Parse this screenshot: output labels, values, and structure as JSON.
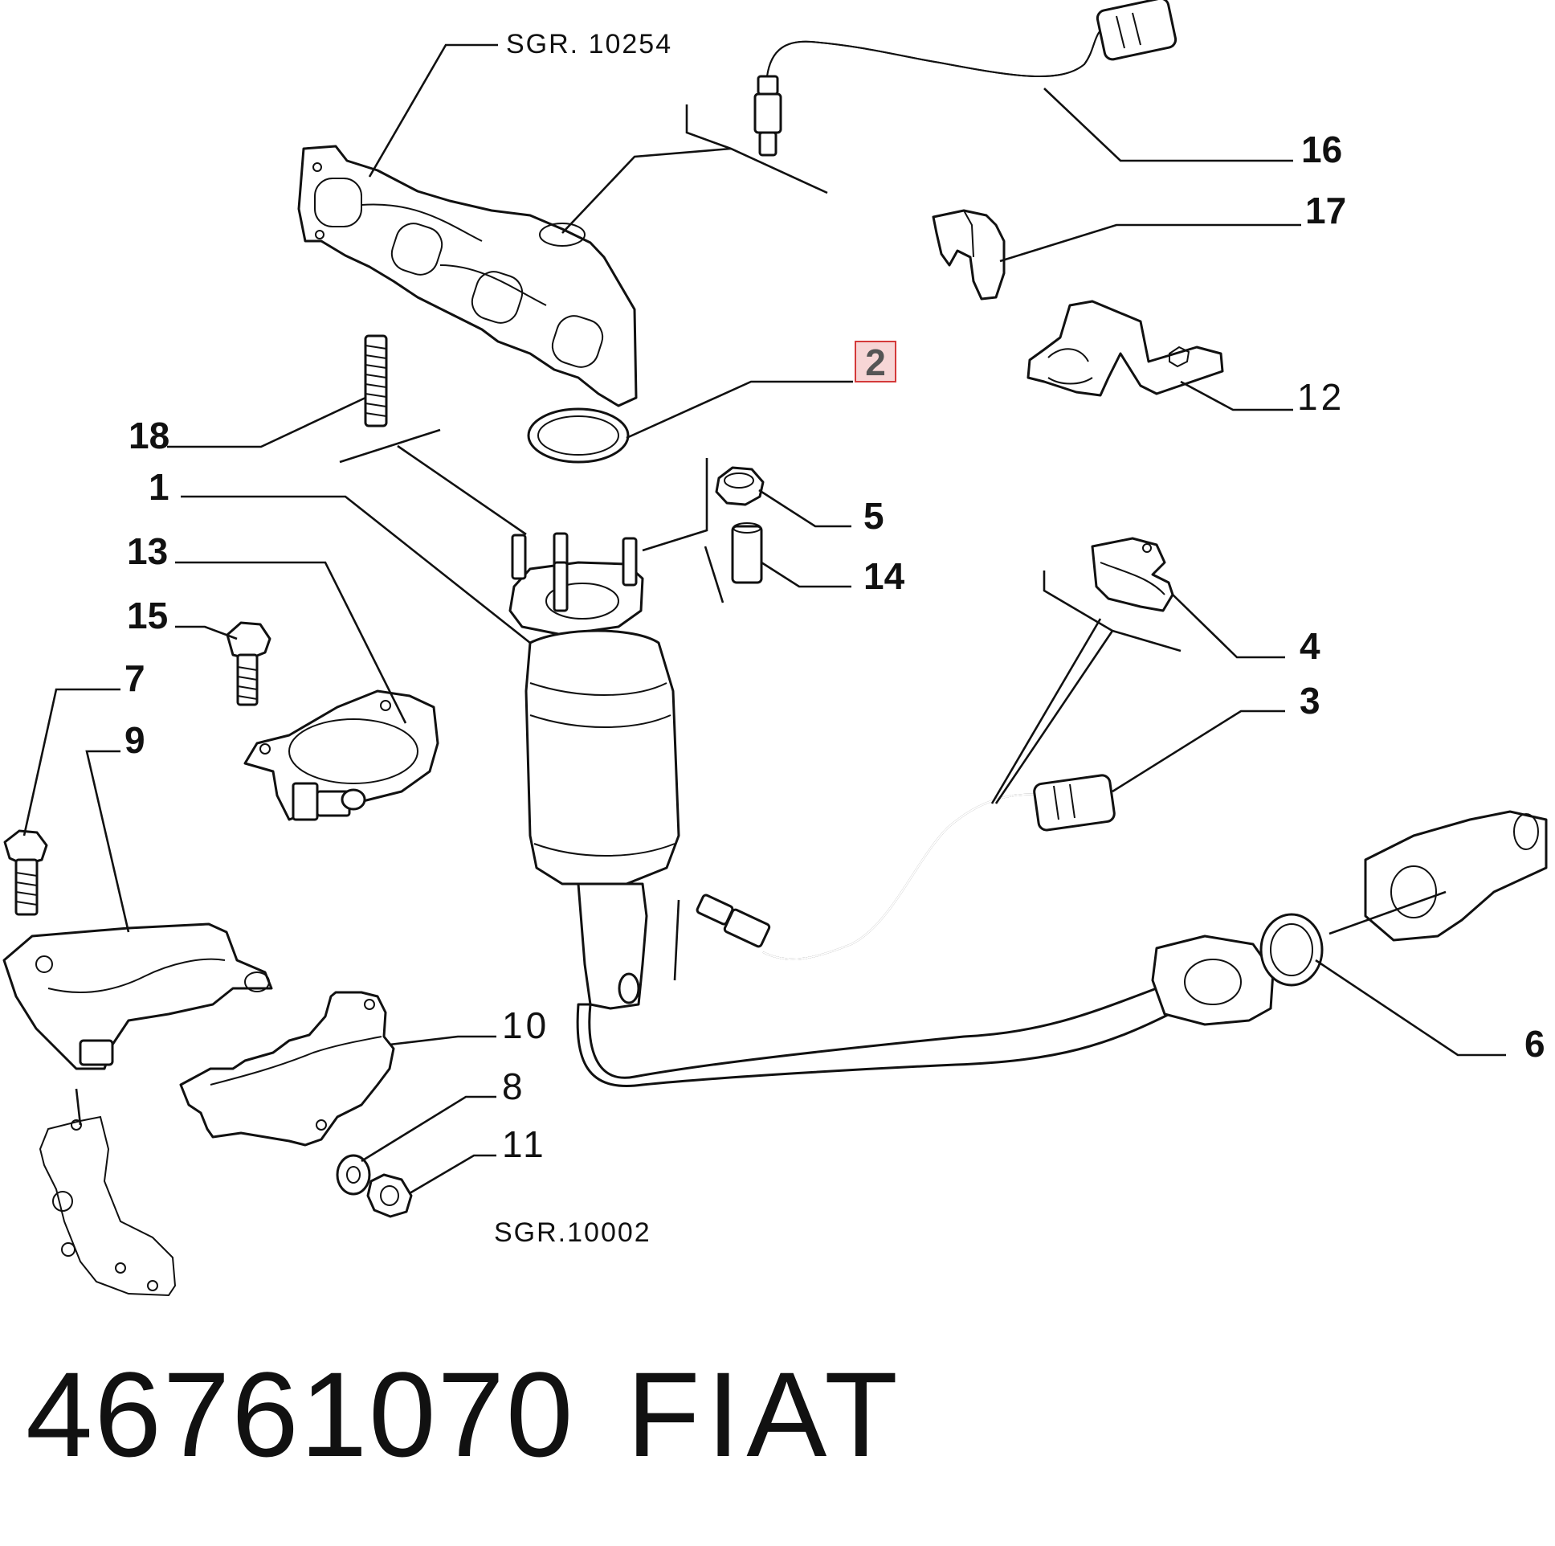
{
  "references": {
    "manifold_ref": "SGR. 10254",
    "bracket_ref": "SGR.10002"
  },
  "callouts": {
    "c1": "1",
    "c2": "2",
    "c3": "3",
    "c4": "4",
    "c5": "5",
    "c6": "6",
    "c7": "7",
    "c8": "8",
    "c9": "9",
    "c10": "10",
    "c11": "11",
    "c12": "12",
    "c13": "13",
    "c14": "14",
    "c15": "15",
    "c16": "16",
    "c17": "17",
    "c18": "18"
  },
  "highlighted_callout": "2",
  "colors": {
    "highlight_border": "#d43a3a",
    "highlight_fill": "#f7d6d6",
    "highlight_text": "#555555"
  },
  "footer": {
    "part_number": "46761070",
    "brand": "FIAT"
  }
}
